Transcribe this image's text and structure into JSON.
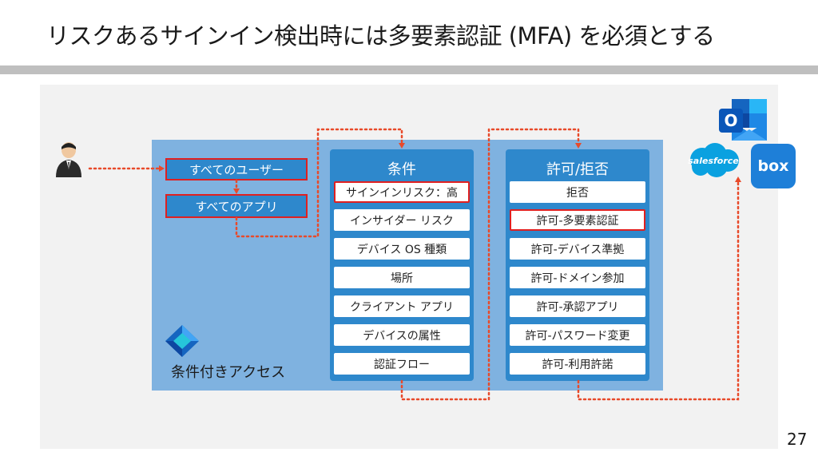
{
  "slide": {
    "title": "リスクあるサインイン検出時には多要素認証 (MFA) を必須とする",
    "page_number": "27"
  },
  "assignments": {
    "users": "すべてのユーザー",
    "apps": "すべてのアプリ"
  },
  "conditions": {
    "header": "条件",
    "items": [
      "サインインリスク：高",
      "インサイダー リスク",
      "デバイス OS 種類",
      "場所",
      "クライアント アプリ",
      "デバイスの属性",
      "認証フロー"
    ]
  },
  "grant": {
    "header": "許可/拒否",
    "items": [
      "拒否",
      "許可-多要素認証",
      "許可-デバイス準拠",
      "許可-ドメイン参加",
      "許可-承認アプリ",
      "許可-パスワード変更",
      "許可-利用許諾"
    ]
  },
  "conditional_access": {
    "label": "条件付きアクセス"
  },
  "apps": {
    "salesforce": "salesforce",
    "box": "box",
    "outlook": "O"
  },
  "colors": {
    "accent_blue": "#2e88cc",
    "panel_blue": "#7fb2e0",
    "highlight_red": "#e02020",
    "connector_red": "#e84a2a"
  }
}
